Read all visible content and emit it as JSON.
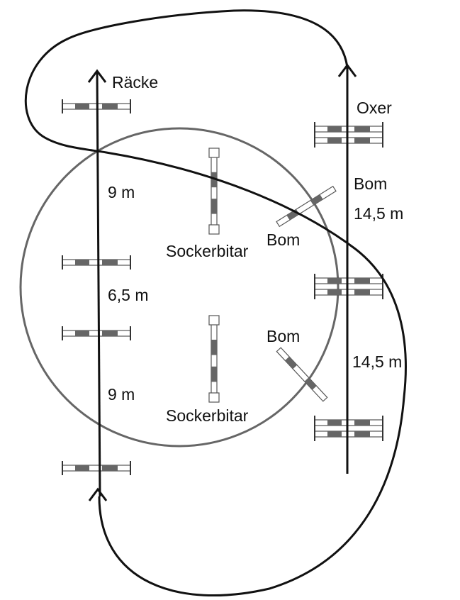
{
  "labels": {
    "racke": "Räcke",
    "oxer": "Oxer",
    "bom_right": "Bom",
    "dist_right_top": "14,5 m",
    "dist_left_top": "9 m",
    "sockerbitar_top": "Sockerbitar",
    "bom_top": "Bom",
    "dist_left_mid": "6,5 m",
    "bom_bottom": "Bom",
    "dist_right_bottom": "14,5 m",
    "dist_left_bottom": "9 m",
    "sockerbitar_bottom": "Sockerbitar"
  },
  "colors": {
    "line": "#111111",
    "circle": "#666666",
    "stripe": "#666666",
    "rail_edge": "#555555"
  }
}
